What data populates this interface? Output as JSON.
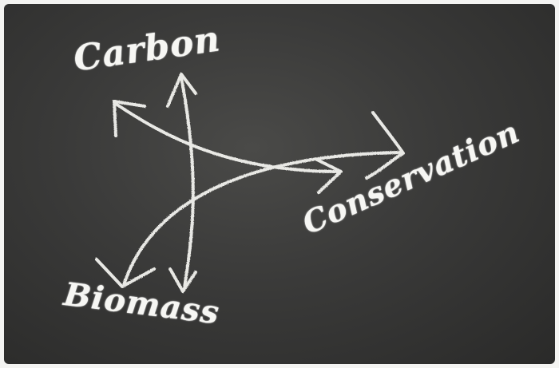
{
  "labels": {
    "carbon": "Carbon",
    "conservation": "Conservation",
    "biomass": "Biomass"
  },
  "colors": {
    "board": "#3a3a39",
    "chalk": "#f6f6f3",
    "page": "#f4f4f2"
  }
}
